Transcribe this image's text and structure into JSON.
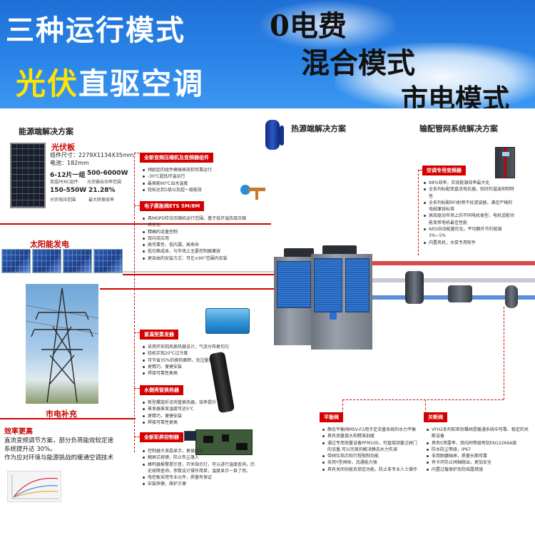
{
  "header": {
    "title_modes": "三种运行模式",
    "title_pv_red": "光伏",
    "title_pv_white": "直驱空调",
    "right_lines": [
      "0电费",
      "混合模式",
      "市电模式"
    ]
  },
  "energy": {
    "section_title": "能源端解决方案",
    "pv_title": "光伏板",
    "pv_specs": [
      "组件尺寸：2279X1134X35mm",
      "电池：182mm"
    ],
    "stats": [
      {
        "value": "6-12片一组",
        "sub": "单晶PERC组件"
      },
      {
        "value": "500-6000W",
        "sub": "光伏输出功率范围"
      },
      {
        "value": "150-550W",
        "sub": "光伏电压范围"
      },
      {
        "value": "21.28%",
        "sub": "最大转换效率"
      }
    ],
    "solar_label": "太阳能发电",
    "grid_label": "市电补充",
    "efficiency_title": "效率更高",
    "efficiency_text": [
      "直流变频调节方案，部分负荷能效较定速",
      "系统提升达 30%。",
      "作为应对环境与能源挑战的暖通空调技术"
    ]
  },
  "heat_source": {
    "section_title": "热源端解决方案",
    "components": [
      {
        "name": "全新变频压缩机及变频器组件",
        "items": [
          "预励定的组件确保高效和可靠运行",
          "-30℃超低环温运行",
          "最高能60℃出水温度",
          "轻松达到1级以及超一级能效"
        ]
      },
      {
        "name": "电子膨胀阀ETS 5M/8M",
        "items": [
          "具MOPD符合压缩机运行范围，基于低环温热泵压缩机优化",
          "精确的流量控制",
          "双向流应用",
          "高可靠性，低内漏，高寿命",
          "低切换成本，与市场上主要控制器兼容",
          "更自由的安装方式：可在±90°范围内安装"
        ]
      },
      {
        "name": "紧凑型蒸发器",
        "items": [
          "采用环形回风换热器设计，气流分布更均匀",
          "轻松实现20℃过冷度",
          "可节省35%的换热面积，充注量更少",
          "更精巧，便捷安装",
          "焊接可靠性更高"
        ]
      },
      {
        "name": "水侧壳管换热器",
        "items": [
          "新型螺旋折流壳管换热器，效率提升",
          "蒸发器蒸发温度可达5℃",
          "更精巧，便捷安装",
          "焊接可靠性更高"
        ]
      },
      {
        "name": "全新彩屏控制器",
        "items": [
          "控制器大液晶显示，更易阅读",
          "触屏式按键，防止失尘落入",
          "蜂鸣器报警提示音，开关指示灯，可以进行温度查询，历史故障查询，参数设计操作简单，温度显示一目了然。",
          "电控板采用专业元件，质量有保证",
          "安装快捷，维护方便"
        ]
      }
    ]
  },
  "distribution": {
    "section_title": "输配管网系统解决方案",
    "components": [
      {
        "name": "空调专用变频器",
        "items": [
          "98%效率，实现能源效率最大化",
          "全系列标配双直流电抗器，较好的谐波抑制特性",
          "全系列标配RFI射频干扰滤波器，满足严格的电磁兼容标准",
          "高效驱动市场上的不同电机类型，电机适配功能发挥电机最佳性能",
          "AEO自动能量优化，平均额外节约能源3%~5%",
          "内置风机，水泵专用软件"
        ]
      },
      {
        "name": "平衡阀",
        "items": [
          "静态平衡阀MSV-F2用于定流量系统的水力平衡",
          "具有测量接头和精准刻度",
          "通过专用测量设备PFM100，可直接测量过阀门的流量,可以完美的解决静态水力失调",
          "带阀位指示和行程限制功能",
          "采用Y型阀体，流通能力强",
          "具有关闭功能及锁定功能，防止非专业人士操作"
        ]
      },
      {
        "name": "关断阀",
        "items": [
          "VFH2系列软密封蝶阀是暖通系统中可靠、稳定的关断设备",
          "具有0泄露率、双向同等级密封EN12266A级",
          "防水防尘等级，IP67",
          "采用耐磨轴承，质量长期可靠",
          "有卡环防止阀轴脱出，更加安全",
          "内置过载保护及防结露措施"
        ]
      }
    ]
  },
  "colors": {
    "accent_red": "#d40000",
    "banner_blue": "#2a85e8",
    "title_yellow": "#ffe400"
  }
}
